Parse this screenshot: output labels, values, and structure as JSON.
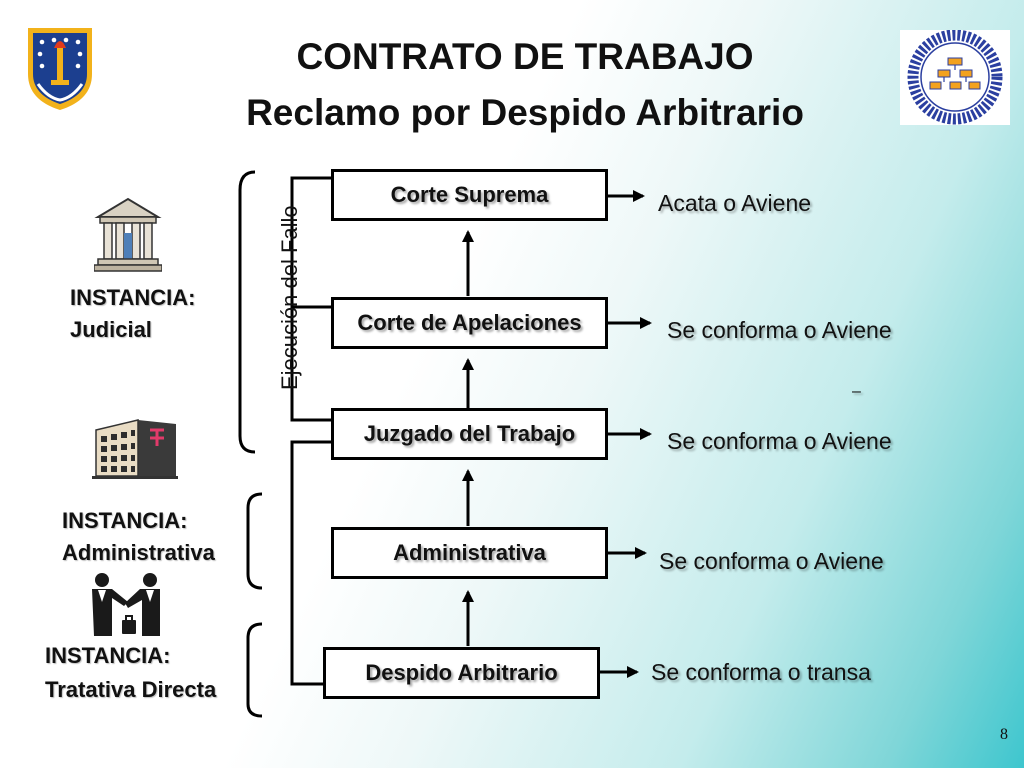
{
  "title": {
    "line1": "CONTRATO DE TRABAJO",
    "line2": "Reclamo por Despido Arbitrario"
  },
  "boxes": {
    "corte_suprema": "Corte Suprema",
    "corte_apelaciones": "Corte de Apelaciones",
    "juzgado_trabajo": "Juzgado del Trabajo",
    "administrativa": "Administrativa",
    "despido_arbitrario": "Despido Arbitrario"
  },
  "results": {
    "corte_suprema": "Acata o Aviene",
    "corte_apelaciones": "Se conforma o Aviene",
    "juzgado_trabajo": "Se conforma o Aviene",
    "administrativa": "Se conforma o Aviene",
    "despido_arbitrario": "Se conforma o transa"
  },
  "vertical_label": "Ejecución del Fallo",
  "instances": {
    "judicial": {
      "line1": "INSTANCIA:",
      "line2": "Judicial"
    },
    "administrativa": {
      "line1": "INSTANCIA:",
      "line2": "Administrativa"
    },
    "tratativa": {
      "line1": "INSTANCIA:",
      "line2": "Tratativa Directa"
    }
  },
  "stray_mark": "–",
  "page_number": "8",
  "icons": {
    "left_logo": "university-crest-icon",
    "right_logo": "faculty-seal-icon",
    "judicial": "courthouse-icon",
    "administrativa": "office-building-icon",
    "tratativa": "handshake-icon"
  },
  "colors": {
    "background_accent": "#3ec6ce",
    "crest_blue": "#1c3f8f",
    "crest_gold": "#f2b21b",
    "seal_blue": "#2b3fa0",
    "seal_orange": "#f3a21f"
  }
}
